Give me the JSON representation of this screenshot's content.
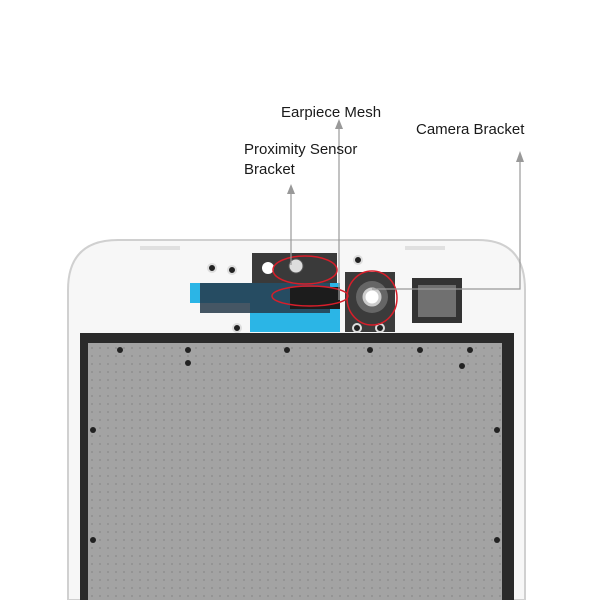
{
  "labels": {
    "earpiece": "Earpiece Mesh",
    "proximity_line1": "Proximity Sensor",
    "proximity_line2": "Bracket",
    "camera": "Camera Bracket"
  },
  "colors": {
    "callout_circle": "#d81e2a",
    "leader_line": "#999999",
    "flex_blue": "#2bb5e6",
    "shield_grey": "#9a9a9a"
  }
}
